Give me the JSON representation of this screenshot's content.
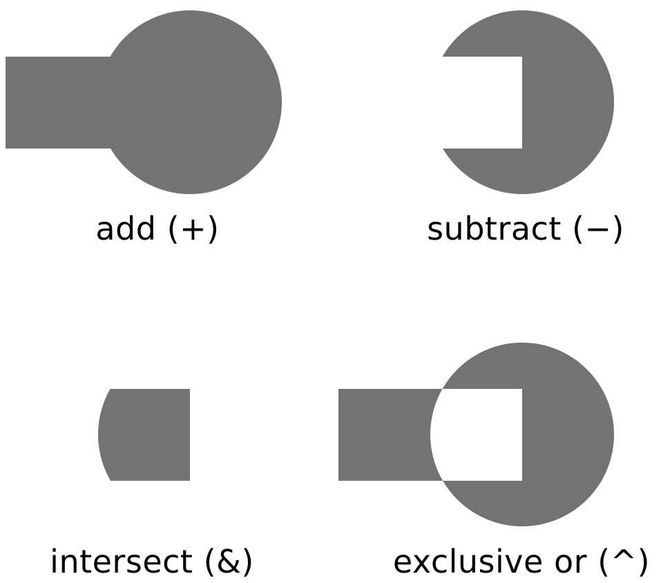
{
  "diagram": {
    "fill_color": "#737373",
    "background_color": "#ffffff",
    "panels": [
      {
        "operation": "add",
        "label": "add (+)"
      },
      {
        "operation": "subtract",
        "label": "subtract (−)"
      },
      {
        "operation": "intersect",
        "label": "intersect (&)"
      },
      {
        "operation": "exclusive-or",
        "label": "exclusive or (^)"
      }
    ]
  }
}
